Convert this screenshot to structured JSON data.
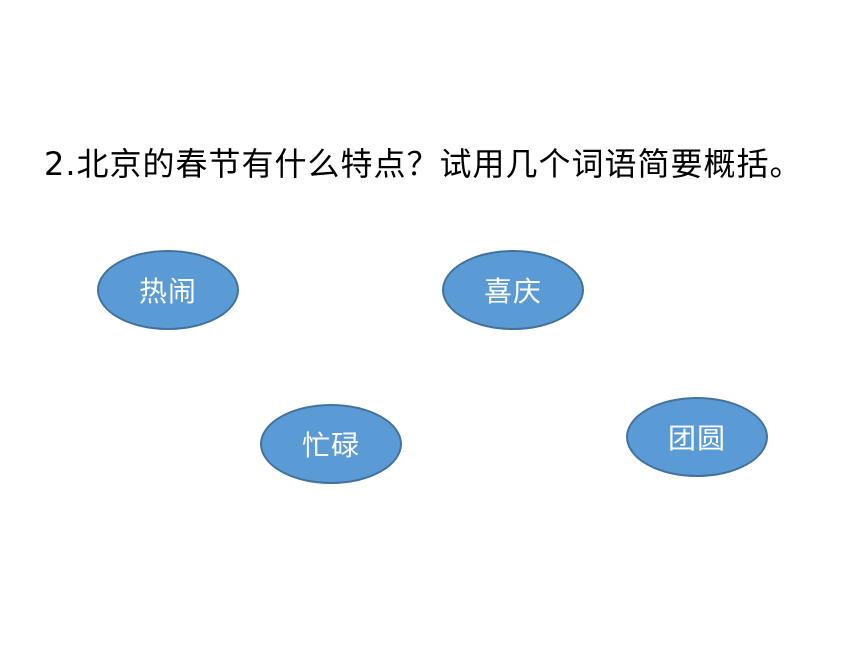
{
  "question": "2.北京的春节有什么特点？试用几个词语简要概括。",
  "keywords": [
    {
      "label": "热闹"
    },
    {
      "label": "喜庆"
    },
    {
      "label": "忙碌"
    },
    {
      "label": "团圆"
    }
  ],
  "colors": {
    "ellipse_fill": "#5b9bd5",
    "ellipse_border": "#41719c",
    "ellipse_text": "#ffffff",
    "question_text": "#000000"
  }
}
